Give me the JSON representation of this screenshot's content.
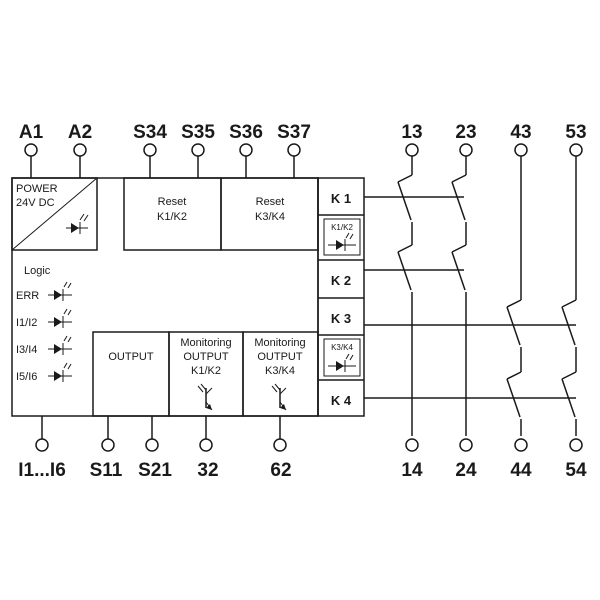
{
  "terminals_top": {
    "a1": "A1",
    "a2": "A2",
    "s34": "S34",
    "s35": "S35",
    "s36": "S36",
    "s37": "S37",
    "t13": "13",
    "t23": "23",
    "t43": "43",
    "t53": "53"
  },
  "terminals_bottom": {
    "i1i6": "I1...I6",
    "s11": "S11",
    "s21": "S21",
    "t32": "32",
    "t62": "62",
    "t14": "14",
    "t24": "24",
    "t44": "44",
    "t54": "54"
  },
  "blocks": {
    "power_line1": "POWER",
    "power_line2": "24V DC",
    "reset1_line1": "Reset",
    "reset1_line2": "K1/K2",
    "reset2_line1": "Reset",
    "reset2_line2": "K3/K4",
    "logic": "Logic",
    "led_err": "ERR",
    "led_i1i2": "I1/I2",
    "led_i3i4": "I3/I4",
    "led_i5i6": "I5/I6",
    "output": "OUTPUT",
    "mon1_line1": "Monitoring",
    "mon1_line2": "OUTPUT",
    "mon1_line3": "K1/K2",
    "mon2_line1": "Monitoring",
    "mon2_line2": "OUTPUT",
    "mon2_line3": "K3/K4"
  },
  "relays": {
    "k1": "K 1",
    "k2": "K 2",
    "k3": "K 3",
    "k4": "K 4",
    "k1k2_led": "K1/K2",
    "k3k4_led": "K3/K4"
  },
  "colors": {
    "line": "#1a1a1a",
    "background": "#ffffff"
  }
}
